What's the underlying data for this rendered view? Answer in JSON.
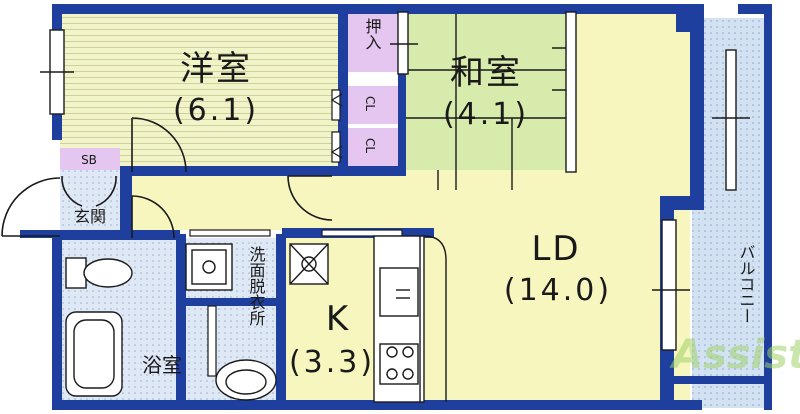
{
  "rooms": {
    "western": {
      "name": "洋室",
      "area": "(6.1)"
    },
    "japanese": {
      "name": "和室",
      "area": "(4.1)"
    },
    "ld": {
      "name": "LD",
      "area": "(14.0)"
    },
    "kitchen": {
      "name": "K",
      "area": "(3.3)"
    },
    "bath": {
      "name": "浴室"
    },
    "entrance": {
      "name": "玄関"
    },
    "shoebox": {
      "name": "SB"
    },
    "closet_top": {
      "name": "CL"
    },
    "closet_bottom": {
      "name": "CL"
    },
    "oshiire": {
      "name": "押入"
    },
    "washroom": {
      "name": "洗面脱衣所"
    },
    "balcony": {
      "name": "バルコニー"
    }
  },
  "watermark": "Assist",
  "colors": {
    "wall": "#1f3f9f",
    "western_floor": "#f1f3c8",
    "japanese_floor": "#d7ebac",
    "ld_floor": "#f7f6bf",
    "kitchen_floor": "#f7f6bf",
    "wet_area": "#dfe8f5",
    "balcony": "#d3e2f2",
    "watermark": "#9fd36a"
  }
}
